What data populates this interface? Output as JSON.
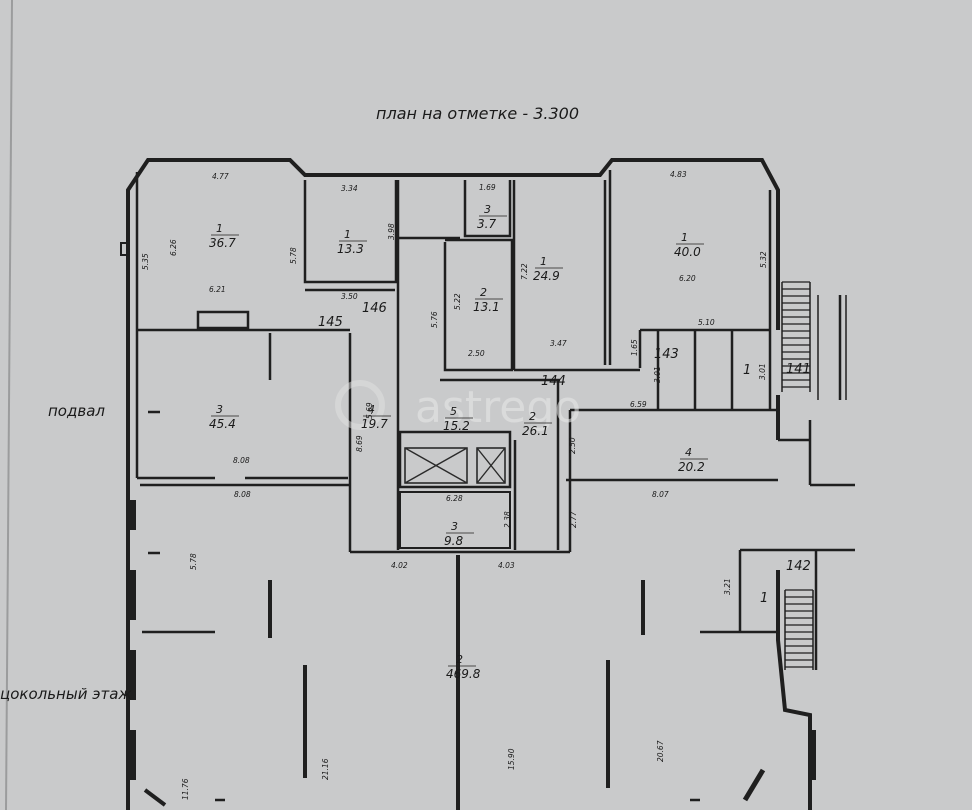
{
  "title": "план на отметке - 3.300",
  "labels": {
    "basement": "подвал",
    "ground_floor": "цокольный этаж"
  },
  "watermark": "astrego",
  "rooms": [
    {
      "id": "room-36-7",
      "number": "1",
      "area": "36.7"
    },
    {
      "id": "room-13-3",
      "number": "1",
      "area": "13.3"
    },
    {
      "id": "room-3-7",
      "number": "3",
      "area": "3.7"
    },
    {
      "id": "room-13-1",
      "number": "2",
      "area": "13.1"
    },
    {
      "id": "room-24-9",
      "number": "1",
      "area": "24.9"
    },
    {
      "id": "room-40-0",
      "number": "1",
      "area": "40.0"
    },
    {
      "id": "room-45-4",
      "number": "3",
      "area": "45.4"
    },
    {
      "id": "room-19-7",
      "number": "4",
      "area": "19.7"
    },
    {
      "id": "room-15-2",
      "number": "5",
      "area": "15.2"
    },
    {
      "id": "room-26-1",
      "number": "2",
      "area": "26.1"
    },
    {
      "id": "room-20-2",
      "number": "4",
      "area": "20.2"
    },
    {
      "id": "room-9-8",
      "number": "3",
      "area": "9.8"
    },
    {
      "id": "room-469-8",
      "number": "2",
      "area": "469.8"
    }
  ],
  "axis_marks": [
    "145",
    "146",
    "143",
    "144",
    "141",
    "142",
    "1",
    "1"
  ],
  "dimensions": [
    "4.77",
    "5.35",
    "6.26",
    "5.78",
    "6.21",
    "3.34",
    "3.98",
    "3.50",
    "1.69",
    "5.76",
    "5.22",
    "7.22",
    "2.50",
    "3.47",
    "4.83",
    "5.32",
    "6.20",
    "5.10",
    "1.65",
    "3.01",
    "6.59",
    "3.01",
    "8.08",
    "5.69",
    "8.69",
    "8.08",
    "6.28",
    "2.38",
    "2.50",
    "2.77",
    "8.07",
    "5.78",
    "4.02",
    "4.03",
    "3.21",
    "21.16",
    "15.90",
    "20.67",
    "11.76"
  ]
}
